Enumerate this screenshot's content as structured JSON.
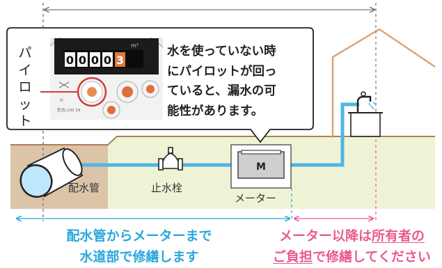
{
  "bubble": {
    "lines": [
      "水を使っていない時",
      "にパイロットが回っ",
      "ていると、漏水の可",
      "能性があります。"
    ]
  },
  "pilot_label_chars": [
    "パ",
    "イ",
    "ロ",
    "ッ",
    "ト"
  ],
  "meter_face": {
    "digits": [
      "0",
      "0",
      "0",
      "0",
      "3"
    ],
    "unit": "m³",
    "small_marks": [
      "H.",
      "型式L100 19"
    ]
  },
  "labels": {
    "main_pipe": "配水管",
    "stop_valve": "止水栓",
    "meter": "メーター",
    "meter_mark": "M"
  },
  "captions": {
    "waterworks": {
      "line1": "配水管からメーターまで",
      "line2": "水道部で修繕します"
    },
    "owner": {
      "line1_before": "メーター以降は",
      "line1_underlined": "所有者の",
      "line2_underlined": "ご負担",
      "line2_after": "で修繕してください"
    }
  },
  "colors": {
    "soil": "#dcc4a8",
    "ground": "#eff3d5",
    "wall": "#d9a57e",
    "pipe": "#4fb5e3",
    "blue_caption": "#2aa6dc",
    "pink_caption": "#ea5a8e",
    "pilot_ring": "#d23a3a"
  }
}
